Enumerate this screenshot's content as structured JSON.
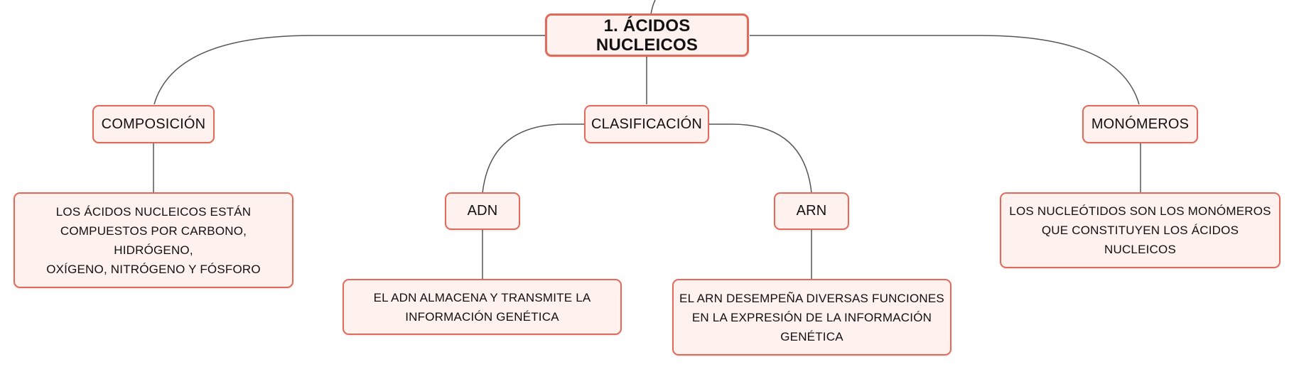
{
  "colors": {
    "node_border": "#e26a5a",
    "node_fill": "#fff1ee",
    "connector": "#555555"
  },
  "nodes": {
    "root": "1. ÁCIDOS NUCLEICOS",
    "composicion": "COMPOSICIÓN",
    "clasificacion": "CLASIFICACIÓN",
    "monomeros": "MONÓMEROS",
    "adn": "ADN",
    "arn": "ARN",
    "composicion_desc": [
      "LOS ÁCIDOS NUCLEICOS ESTÁN",
      "COMPUESTOS POR CARBONO, HIDRÓGENO,",
      "OXÍGENO, NITRÓGENO Y FÓSFORO"
    ],
    "adn_desc": [
      "EL ADN ALMACENA Y TRANSMITE LA",
      "INFORMACIÓN GENÉTICA"
    ],
    "arn_desc": [
      "EL ARN DESEMPEÑA DIVERSAS FUNCIONES",
      "EN LA EXPRESIÓN DE LA INFORMACIÓN",
      "GENÉTICA"
    ],
    "monomeros_desc": [
      "LOS NUCLEÓTIDOS SON LOS MONÓMEROS",
      "QUE CONSTITUYEN LOS ÁCIDOS NUCLEICOS"
    ]
  }
}
